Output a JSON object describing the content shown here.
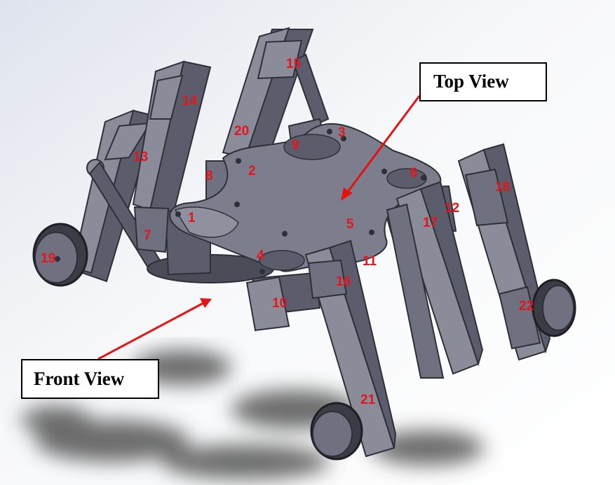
{
  "colors": {
    "label": "#e8141b",
    "arrow": "#e81111",
    "part": "#5b5d6c",
    "part_light": "#8a8c99",
    "part_dark": "#2e3038",
    "shadow": "#3c3c3c"
  },
  "views": {
    "top": "Top View",
    "front": "Front View"
  },
  "part_labels": [
    "1",
    "2",
    "3",
    "4",
    "5",
    "6",
    "7",
    "8",
    "9",
    "10",
    "11",
    "12",
    "13",
    "14",
    "15",
    "16",
    "17",
    "18",
    "19",
    "20",
    "21",
    "22"
  ]
}
